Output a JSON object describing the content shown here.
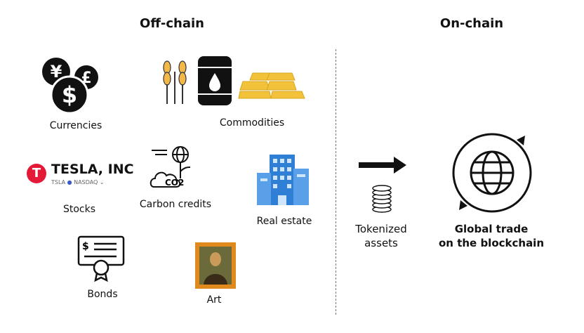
{
  "headings": {
    "off_chain": "Off-chain",
    "on_chain": "On-chain"
  },
  "assets": {
    "currencies": "Currencies",
    "commodities": "Commodities",
    "stocks": "Stocks",
    "carbon_credits": "Carbon credits",
    "real_estate": "Real estate",
    "bonds": "Bonds",
    "art": "Art"
  },
  "tesla": {
    "name": "TESLA, INC",
    "ticker": "TSLA",
    "exchange": "NASDAQ"
  },
  "carbon_icon_text": "CO2",
  "tokenized": {
    "line1": "Tokenized",
    "line2": "assets"
  },
  "result": {
    "line1": "Global trade",
    "line2": "on the blockchain"
  },
  "colors": {
    "tesla_red": "#e31937",
    "gold": "#f2c23a",
    "building_blue": "#2f7fd6",
    "frame": "#e08a1e"
  }
}
